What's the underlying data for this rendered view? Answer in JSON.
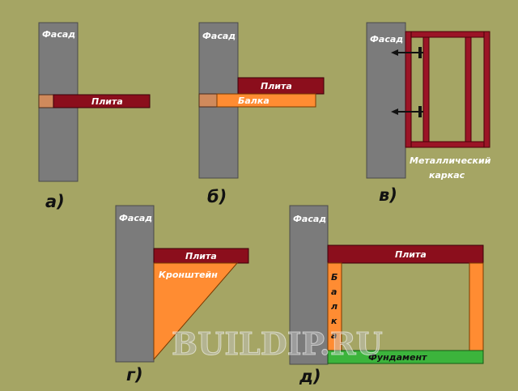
{
  "labels": {
    "facade": "Фасад",
    "slab": "Плита",
    "beam": "Балка",
    "metal_frame_line1": "Металлический",
    "metal_frame_line2": "каркас",
    "bracket": "Кронштейн",
    "foundation": "Фундамент",
    "beam_vertical": [
      "Б",
      "а",
      "л",
      "к",
      "а"
    ]
  },
  "captions": {
    "a": "а)",
    "b": "б)",
    "v": "в)",
    "g": "г)",
    "d": "д)"
  },
  "watermark": "BUILDIP.RU",
  "colors": {
    "background": "#a5a564",
    "facade": "#7b7b7b",
    "slab": "#8b0e1c",
    "beam": "#ff8c32",
    "pad": "#d08a5c",
    "foundation": "#3cb43c",
    "frame": "#9b1426",
    "bolt": "#111111"
  },
  "icons": [
    "bolt-icon",
    "bolt-icon"
  ]
}
